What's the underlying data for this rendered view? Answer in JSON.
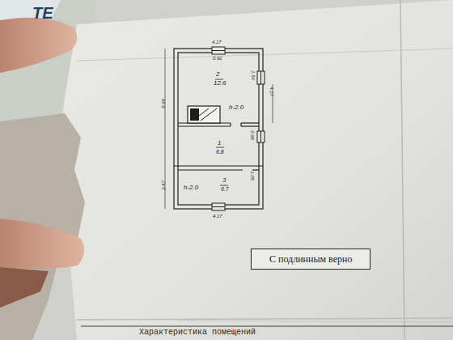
{
  "diagram": {
    "nodes": [
      {
        "text": [
          "2",
          "12.6",
          "h-2.0"
        ]
      },
      {
        "text": [
          "1",
          "6.8"
        ]
      },
      {
        "text": [
          "3",
          "6.7",
          "h-2.0"
        ]
      },
      {
        "text": [
          "С подлинным верно"
        ]
      }
    ],
    "labels": [
      "ТЕ",
      "4.17",
      "0.92",
      "1.54",
      "4.17",
      "0.98",
      "1.05",
      "8.99",
      "2.47",
      "4.17",
      "Характеристика помещений"
    ]
  }
}
